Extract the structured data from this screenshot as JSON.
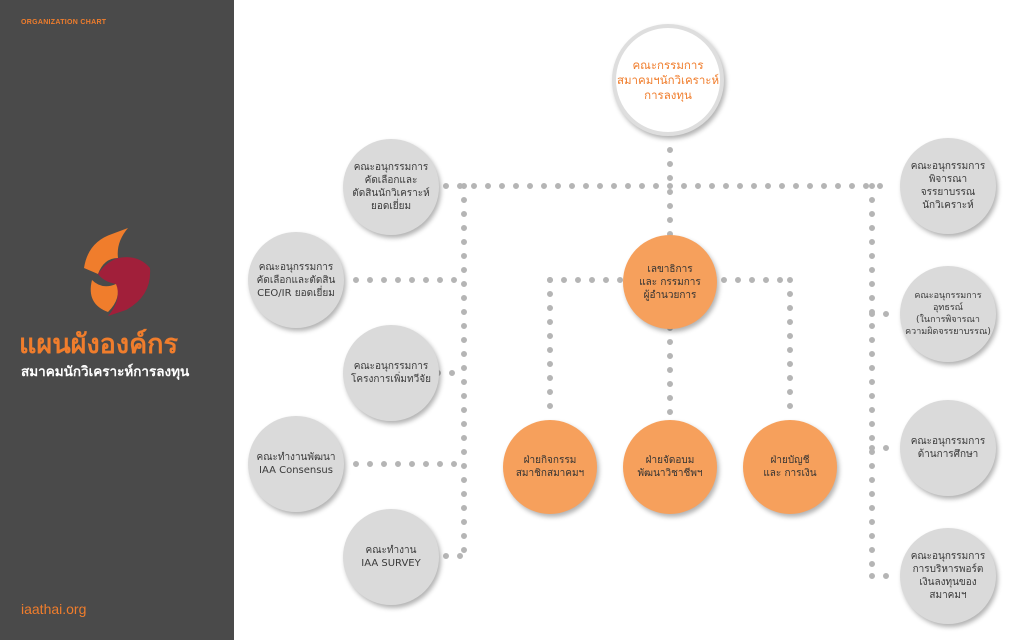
{
  "header": {
    "label": "ORGANIZATION CHART"
  },
  "sidebar": {
    "title": "แผนผังองค์กร",
    "subtitle": "สมาคมนักวิเคราะห์การลงทุน",
    "url": "iaathai.org"
  },
  "colors": {
    "orange": "#f07d2c",
    "sidebar": "#4a4a4a",
    "node_gray": "#dadada",
    "node_orange": "#f6a05c",
    "logo_red": "#a11f3a"
  },
  "org": {
    "top": "คณะกรรมการ\nสมาคมฯนักวิเคราะห์\nการลงทุน",
    "secretary": "เลขาธิการ\nและ กรรมการ\nผู้อำนวยการ",
    "departments": [
      "ฝ่ายกิจกรรม\nสมาชิกสมาคมฯ",
      "ฝ่ายจัดอบม\nพัฒนาวิชาชีพฯ",
      "ฝ่ายบัญชี\nและ การเงิน"
    ],
    "left_committees": [
      "คณะอนุกรรมการ\nคัดเลือกและ\nตัดสินนักวิเคราะห์\nยอดเยี่ยม",
      "คณะอนุกรรมการ\nคัดเลือกและตัดสิน\nCEO/IR ยอดเยี่ยม",
      "คณะอนุกรรมการ\nโครงการเพิ่มทวีจัย",
      "คณะทำงานพัฒนา\nIAA Consensus",
      "คณะทำงาน\nIAA SURVEY"
    ],
    "right_committees": [
      "คณะอนุกรรมการ\nพิจารณา\nจรรยาบรรณ\nนักวิเคราะห์",
      "คณะอนุกรรมการ\nอุทธรณ์\n(ในการพิจารณา\nความผิดจรรยาบรรณ)",
      "คณะอนุกรรมการ\nด้านการศึกษา",
      "คณะอนุกรรมการ\nการบริหารพอร์ต\nเงินลงทุนของ\nสมาคมฯ"
    ]
  }
}
